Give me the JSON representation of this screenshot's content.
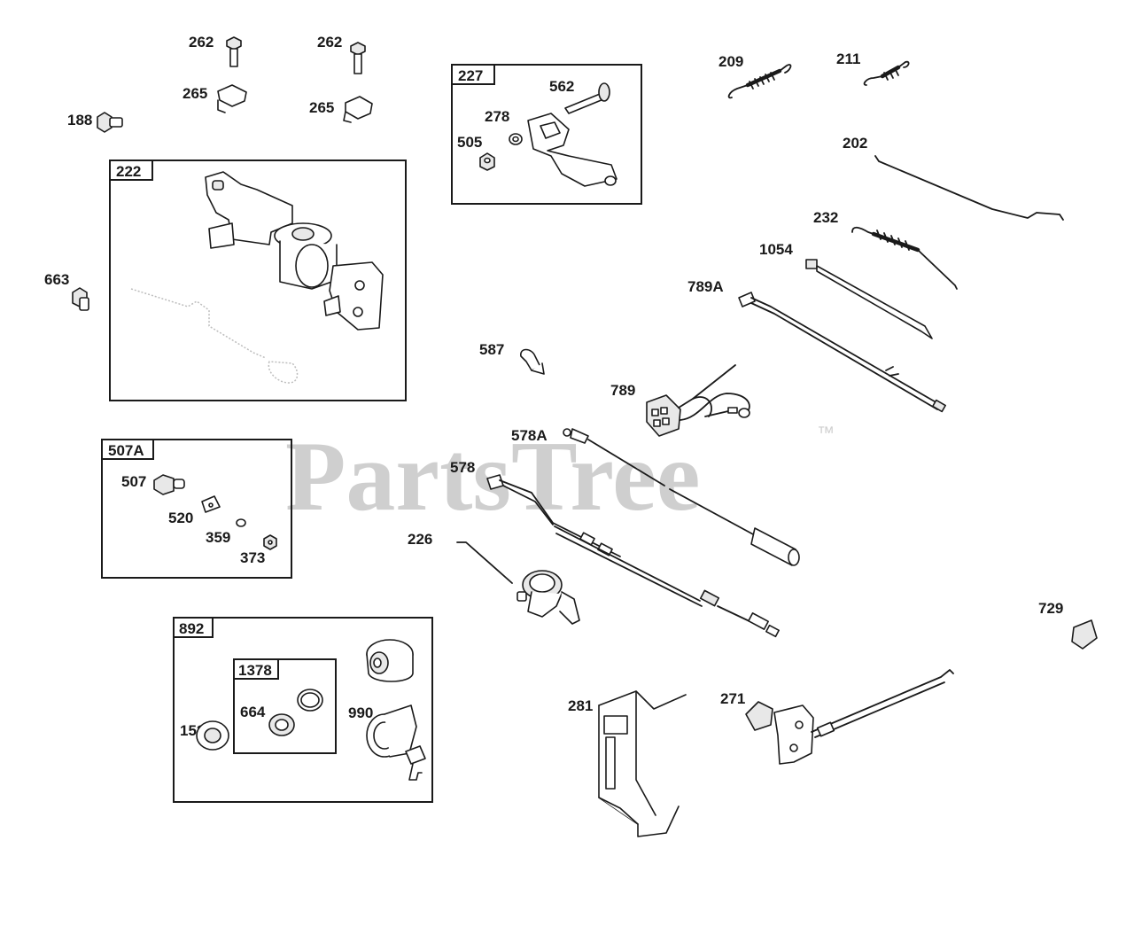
{
  "watermark": {
    "text": "PartsTree",
    "trademark": "™"
  },
  "group_boxes": [
    {
      "id": "box-222",
      "tag": "222"
    },
    {
      "id": "box-227",
      "tag": "227"
    },
    {
      "id": "box-507A",
      "tag": "507A"
    },
    {
      "id": "box-892",
      "tag": "892"
    },
    {
      "id": "box-1378",
      "tag": "1378"
    }
  ],
  "callouts": [
    "262",
    "262",
    "265",
    "265",
    "188",
    "663",
    "562",
    "278",
    "505",
    "209",
    "211",
    "202",
    "232",
    "1054",
    "789A",
    "587",
    "789",
    "578A",
    "578",
    "226",
    "507",
    "520",
    "359",
    "373",
    "664",
    "990",
    "1521",
    "281",
    "271",
    "729"
  ]
}
